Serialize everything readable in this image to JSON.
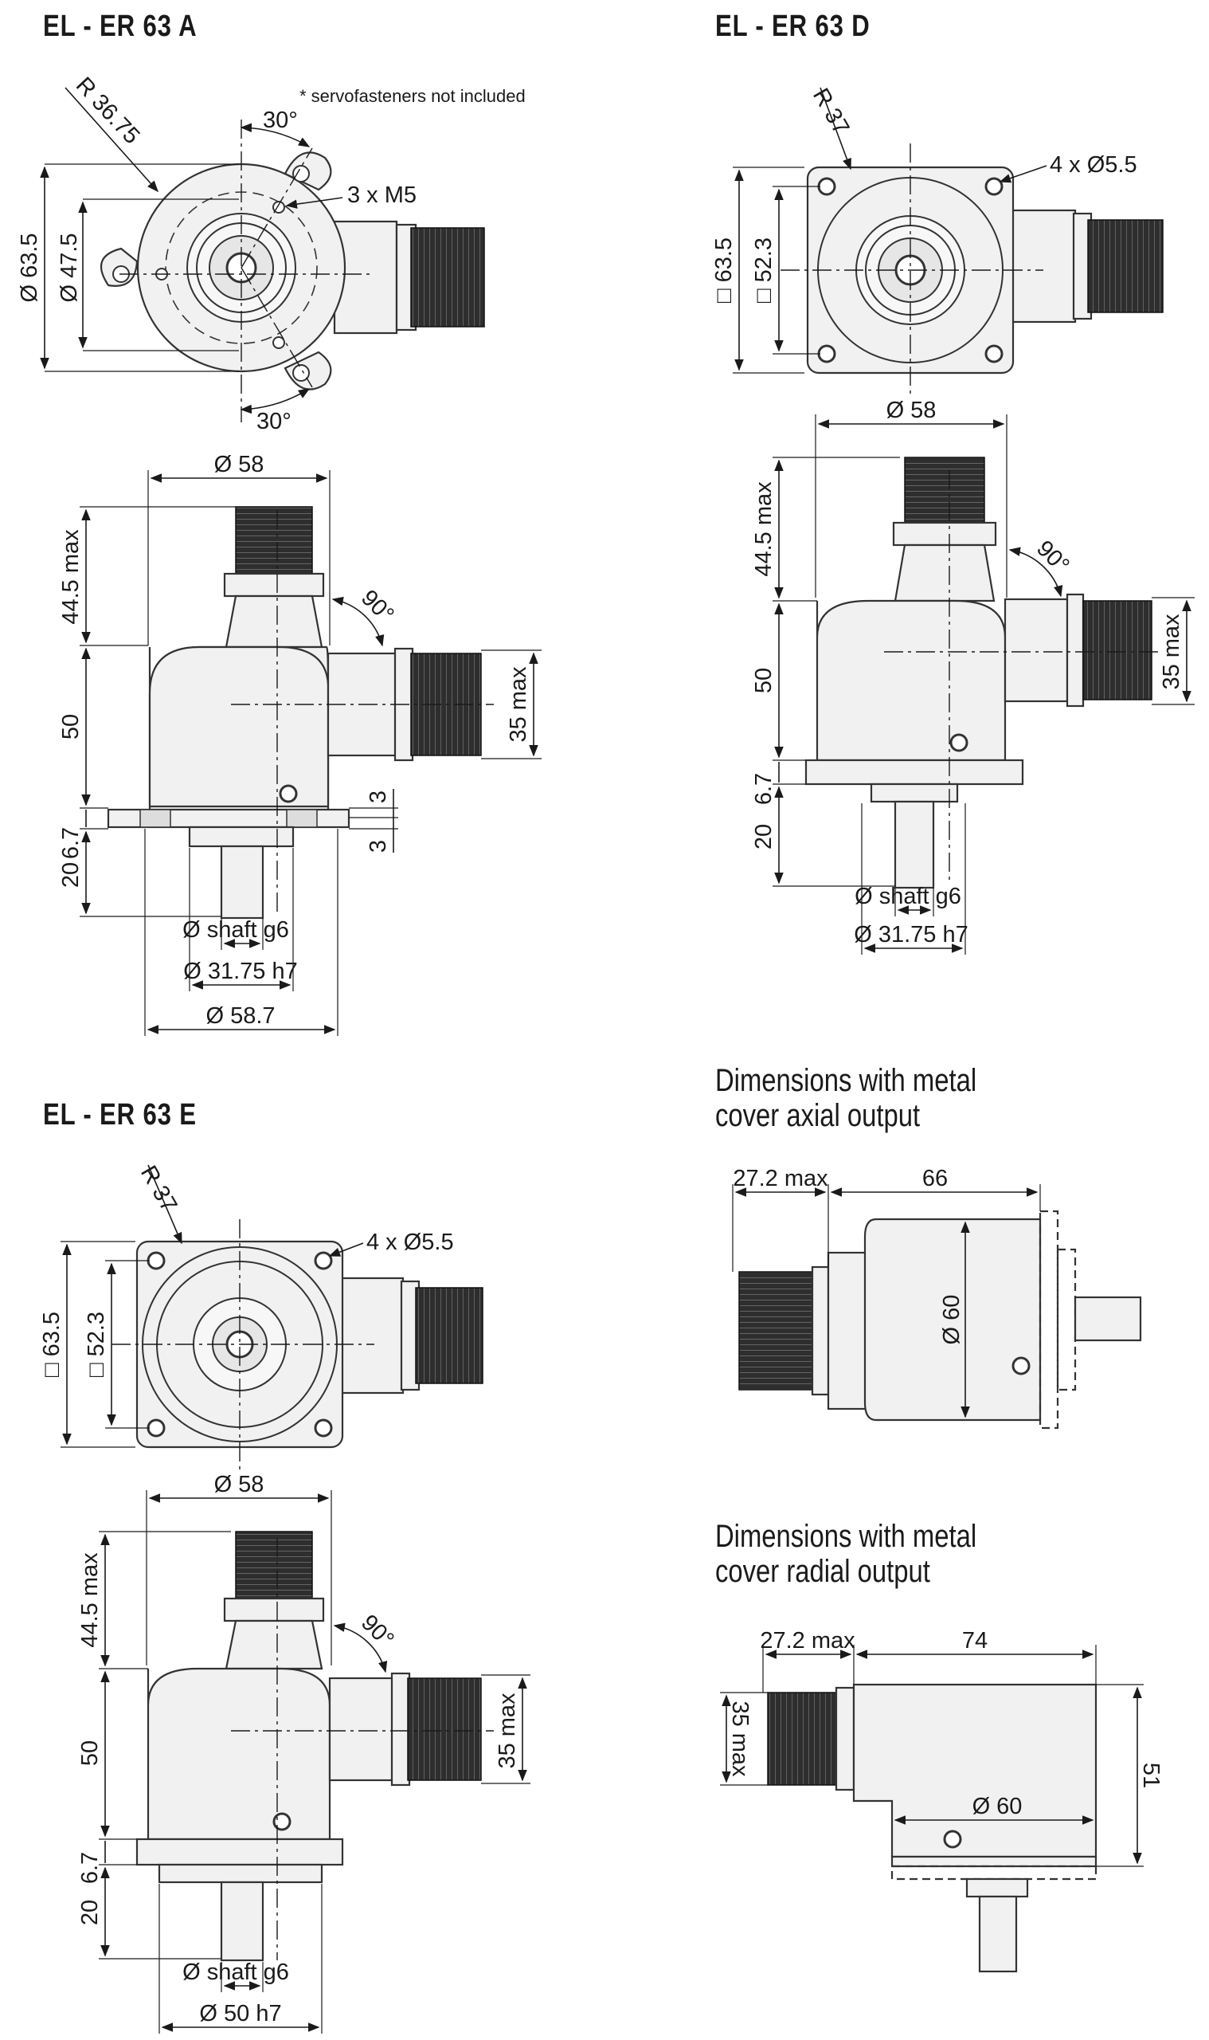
{
  "headings": {
    "er63a": "EL - ER 63 A",
    "er63d": "EL - ER 63 D",
    "er63e": "EL - ER 63 E",
    "axial": [
      "Dimensions with metal",
      "cover axial output"
    ],
    "radial": [
      "Dimensions with metal",
      "cover radial output"
    ]
  },
  "notes": {
    "servo": "* servofasteners not included"
  },
  "er63a": {
    "front": {
      "radius": "R 36.75",
      "dia_outer": "Ø 63.5",
      "dia_inner": "Ø 47.5",
      "angle_top": "30°",
      "angle_bottom": "30°",
      "thread": "3 x M5"
    },
    "side": {
      "dia_body": "Ø 58",
      "height_connector": "44.5 max",
      "height_body": "50",
      "flange": "6.7",
      "shaft_len": "20",
      "angle": "90°",
      "connector": "35 max",
      "step_top": "3",
      "step_bottom": "3",
      "shaft": "Ø shaft g6",
      "spigot": "Ø 31.75 h7",
      "flange_dia": "Ø 58.7"
    }
  },
  "er63d": {
    "front": {
      "radius": "R 37",
      "holes": "4 x Ø5.5",
      "square_outer": "□ 63.5",
      "square_inner": "□ 52.3"
    },
    "side": {
      "dia_body": "Ø 58",
      "height_connector": "44.5 max",
      "height_body": "50",
      "flange": "6.7",
      "shaft_len": "20",
      "angle": "90°",
      "connector": "35 max",
      "shaft": "Ø shaft g6",
      "spigot": "Ø 31.75 h7"
    }
  },
  "er63e": {
    "front": {
      "radius": "R 37",
      "holes": "4 x Ø5.5",
      "square_outer": "□ 63.5",
      "square_inner": "□ 52.3"
    },
    "side": {
      "dia_body": "Ø 58",
      "height_connector": "44.5 max",
      "height_body": "50",
      "flange": "6.7",
      "shaft_len": "20",
      "angle": "90°",
      "connector": "35 max",
      "shaft": "Ø shaft g6",
      "spigot": "Ø 50 h7"
    }
  },
  "axial": {
    "connector": "27.2 max",
    "length": "66",
    "dia": "Ø 60"
  },
  "radial": {
    "connector": "27.2 max",
    "length": "74",
    "connector_h": "35 max",
    "height": "51",
    "dia": "Ø 60"
  }
}
